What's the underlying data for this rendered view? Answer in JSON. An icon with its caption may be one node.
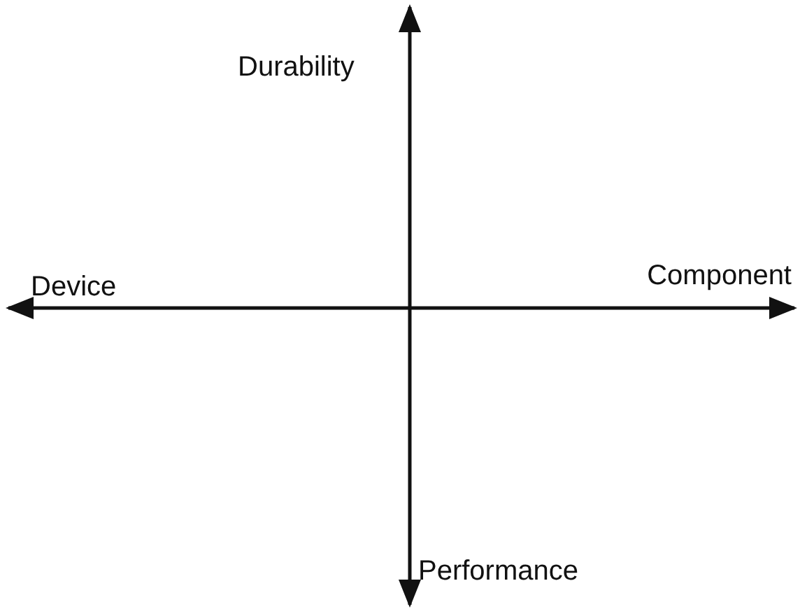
{
  "diagram": {
    "labels": [
      "Durability",
      "Device",
      "Component",
      "Performance"
    ]
  }
}
